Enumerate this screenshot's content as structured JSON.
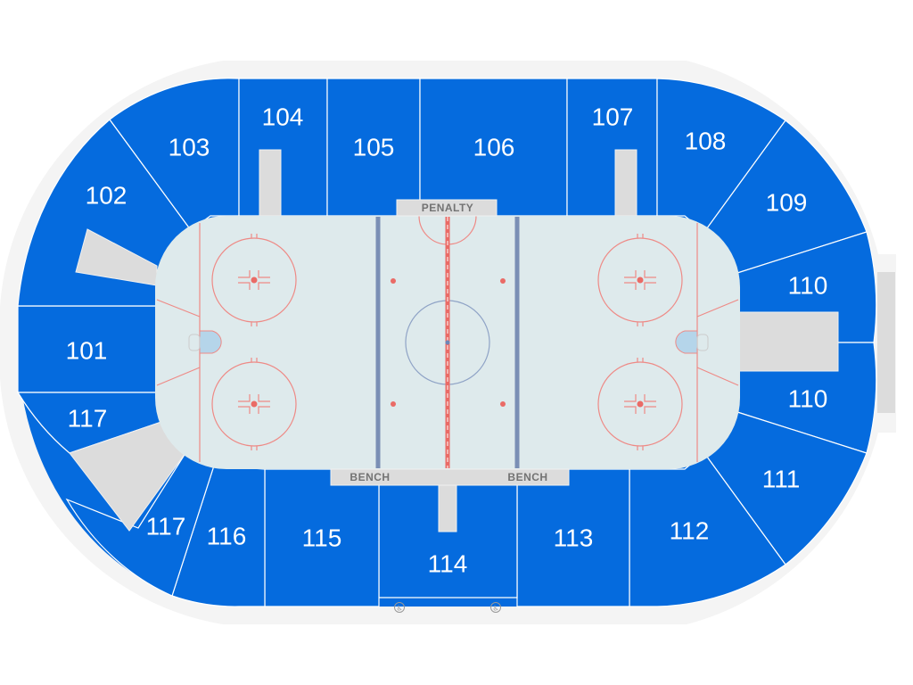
{
  "map": {
    "colors": {
      "section": "#056bde",
      "concourse": "#f4f4f4",
      "ice": "#deeaec",
      "non_seating": "#dcdcdc",
      "red_lines": "#ee8a86",
      "blue_lines": "#7a8fb5"
    },
    "sections": [
      {
        "id": "101",
        "label": "101"
      },
      {
        "id": "102",
        "label": "102"
      },
      {
        "id": "103",
        "label": "103"
      },
      {
        "id": "104",
        "label": "104"
      },
      {
        "id": "105",
        "label": "105"
      },
      {
        "id": "106",
        "label": "106"
      },
      {
        "id": "107",
        "label": "107"
      },
      {
        "id": "108",
        "label": "108"
      },
      {
        "id": "109",
        "label": "109"
      },
      {
        "id": "110a",
        "label": "110"
      },
      {
        "id": "110b",
        "label": "110"
      },
      {
        "id": "111",
        "label": "111"
      },
      {
        "id": "112",
        "label": "112"
      },
      {
        "id": "113",
        "label": "113"
      },
      {
        "id": "114",
        "label": "114"
      },
      {
        "id": "115",
        "label": "115"
      },
      {
        "id": "116",
        "label": "116"
      },
      {
        "id": "117a",
        "label": "117"
      },
      {
        "id": "117b",
        "label": "117"
      }
    ],
    "boxes": {
      "penalty": "PENALTY",
      "bench_left": "BENCH",
      "bench_right": "BENCH"
    },
    "icons": {
      "accessible_left": "wheelchair-icon",
      "accessible_right": "wheelchair-icon",
      "accessible_glyph": "♿"
    }
  }
}
